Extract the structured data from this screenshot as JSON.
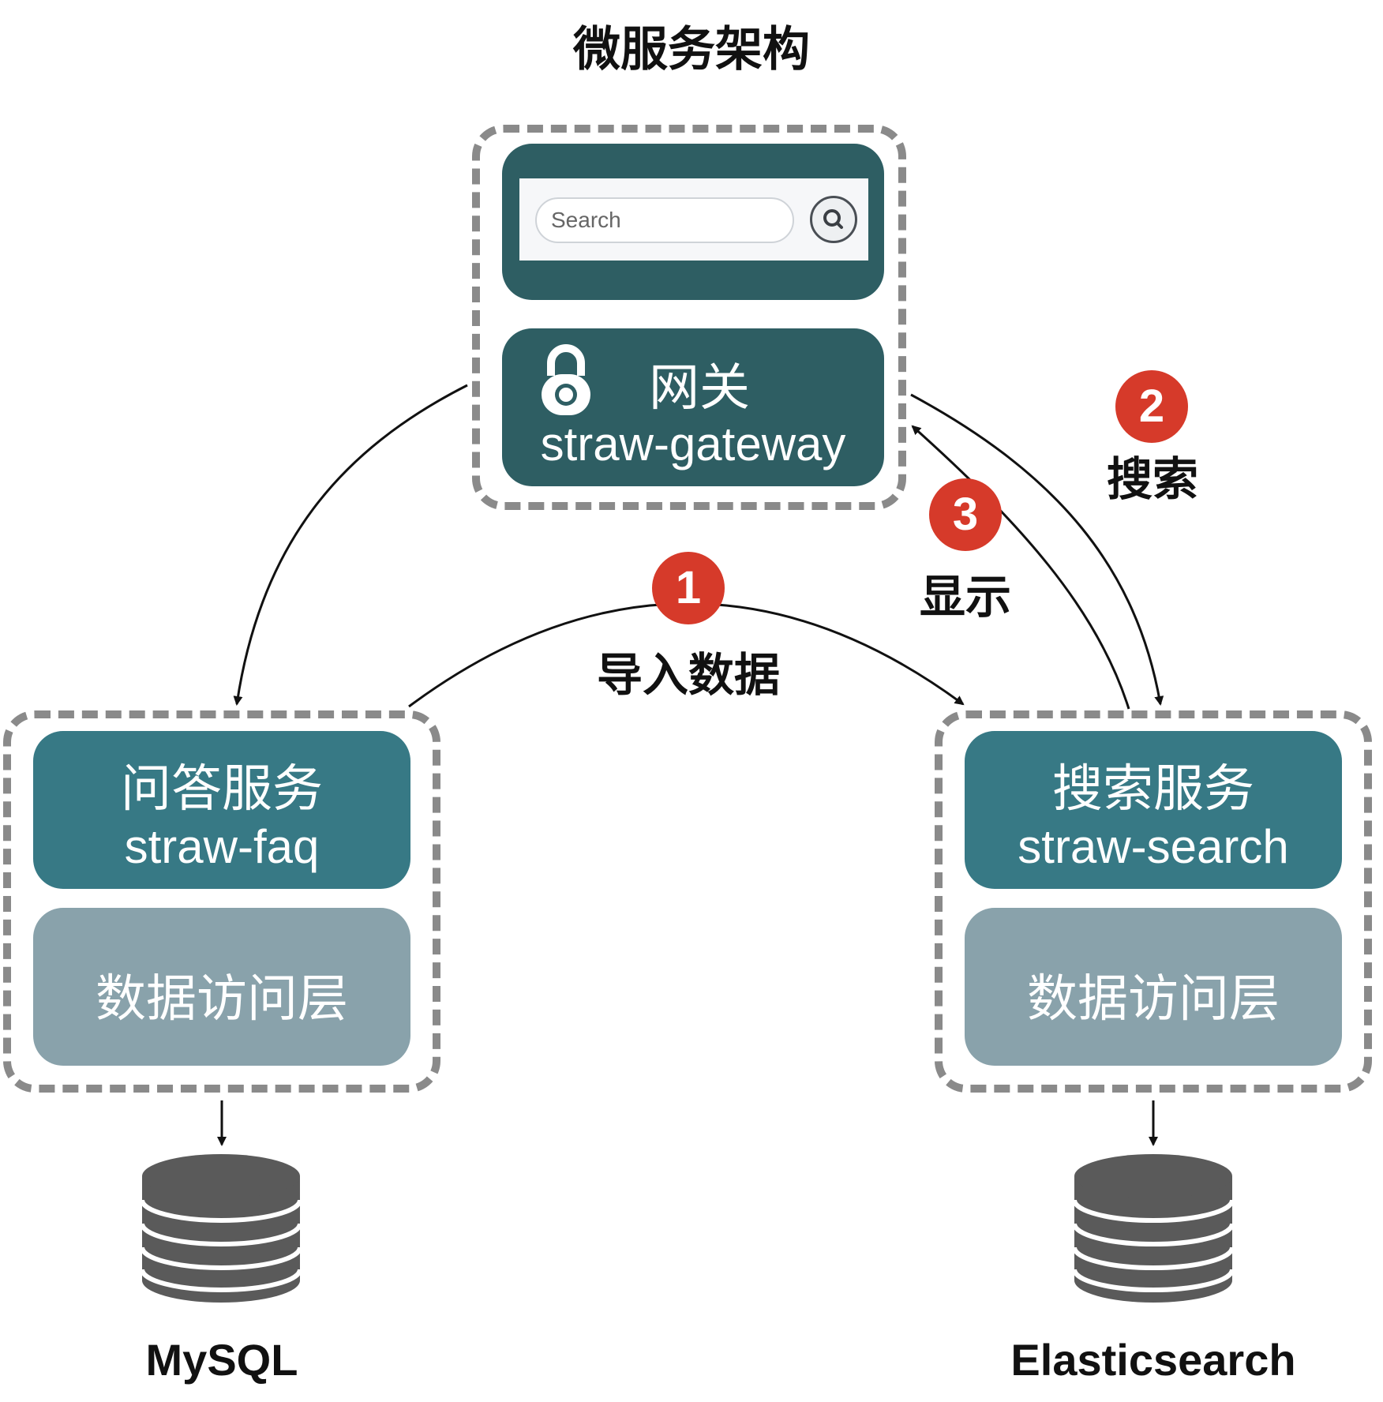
{
  "title": "微服务架构",
  "gateway": {
    "search_placeholder": "Search",
    "name_cn": "网关",
    "name_en": "straw-gateway"
  },
  "faq_service": {
    "name_cn": "问答服务",
    "name_en": "straw-faq",
    "data_layer": "数据访问层",
    "database": "MySQL"
  },
  "search_service": {
    "name_cn": "搜索服务",
    "name_en": "straw-search",
    "data_layer": "数据访问层",
    "database": "Elasticsearch"
  },
  "steps": [
    {
      "number": "1",
      "label": "导入数据"
    },
    {
      "number": "2",
      "label": "搜索"
    },
    {
      "number": "3",
      "label": "显示"
    }
  ],
  "colors": {
    "panel_dark": "#2e5e63",
    "panel_teal": "#377985",
    "panel_gray": "#89a2ab",
    "badge_red": "#d63a2a",
    "frame_gray": "#8a8a8a",
    "db_gray": "#5a5a5a"
  },
  "icons": [
    "lock-icon",
    "search-icon",
    "database-icon"
  ]
}
